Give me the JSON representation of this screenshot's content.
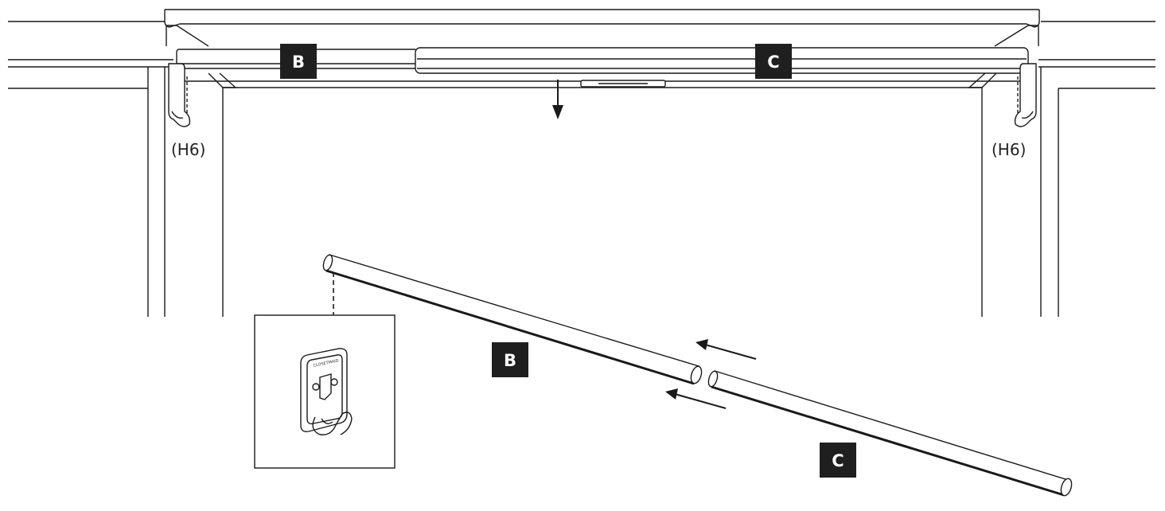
{
  "labels": {
    "rod_b": "B",
    "rod_c": "C",
    "hook_left": "(H6)",
    "hook_right": "(H6)"
  },
  "bracket_brand": "CLOSETMAID",
  "colors": {
    "line": "#1a1a1a",
    "label_bg": "#1f1f1f",
    "label_text": "#ffffff",
    "fill": "#ffffff"
  }
}
